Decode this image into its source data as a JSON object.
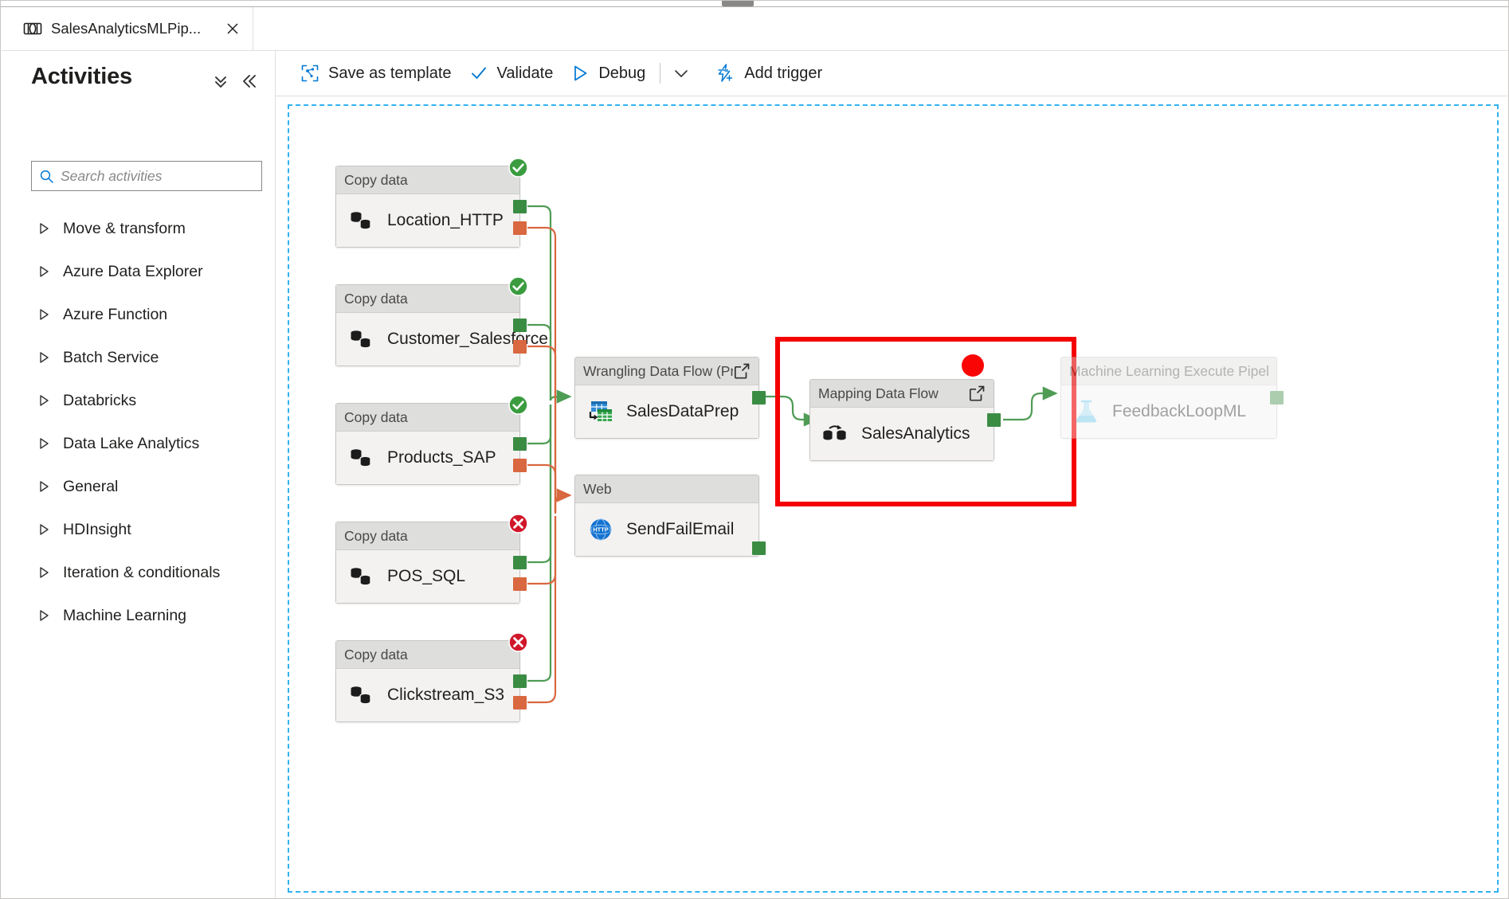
{
  "window": {
    "grip": "window-drag-grip"
  },
  "tab": {
    "icon": "pipeline-icon",
    "label": "SalesAnalyticsMLPip...",
    "close_label": "✕"
  },
  "sidebar": {
    "title": "Activities",
    "expand_all_icon": "chevron-double-down-icon",
    "collapse_icon": "chevron-double-left-icon",
    "search": {
      "placeholder": "Search activities",
      "value": ""
    },
    "categories": [
      {
        "label": "Move & transform"
      },
      {
        "label": "Azure Data Explorer"
      },
      {
        "label": "Azure Function"
      },
      {
        "label": "Batch Service"
      },
      {
        "label": "Databricks"
      },
      {
        "label": "Data Lake Analytics"
      },
      {
        "label": "General"
      },
      {
        "label": "HDInsight"
      },
      {
        "label": "Iteration & conditionals"
      },
      {
        "label": "Machine Learning"
      }
    ]
  },
  "toolbar": {
    "save_as_template": "Save as template",
    "validate": "Validate",
    "debug": "Debug",
    "add_trigger": "Add trigger",
    "dropdown_icon": "chevron-down-icon"
  },
  "canvas": {
    "nodes": [
      {
        "id": "location_http",
        "type": "Copy data",
        "name": "Location_HTTP",
        "icon": "copy-data-icon",
        "status": "success"
      },
      {
        "id": "customer_sf",
        "type": "Copy data",
        "name": "Customer_Salesforce",
        "icon": "copy-data-icon",
        "status": "success"
      },
      {
        "id": "products_sap",
        "type": "Copy data",
        "name": "Products_SAP",
        "icon": "copy-data-icon",
        "status": "success"
      },
      {
        "id": "pos_sql",
        "type": "Copy data",
        "name": "POS_SQL",
        "icon": "copy-data-icon",
        "status": "error"
      },
      {
        "id": "clickstream_s3",
        "type": "Copy data",
        "name": "Clickstream_S3",
        "icon": "copy-data-icon",
        "status": "error"
      },
      {
        "id": "salesdataprep",
        "type": "Wrangling Data Flow (Preview)",
        "name": "SalesDataPrep",
        "icon": "wrangling-data-flow-icon",
        "status": "none"
      },
      {
        "id": "sendfailemail",
        "type": "Web",
        "name": "SendFailEmail",
        "icon": "web-http-icon",
        "status": "none"
      },
      {
        "id": "salesanalytics",
        "type": "Mapping Data Flow",
        "name": "SalesAnalytics",
        "icon": "mapping-data-flow-icon",
        "status": "none"
      },
      {
        "id": "feedbackloopml",
        "type": "Machine Learning Execute Pipeline",
        "name": "FeedbackLoopML",
        "icon": "ml-flask-icon",
        "status": "none"
      }
    ],
    "colors": {
      "success_port": "#3b8c43",
      "failure_port": "#d9673f",
      "success_edge": "#4f9c55",
      "failure_edge": "#e08060",
      "annotation": "#f50000",
      "annotation_dot": "#fa0505",
      "canvas_border": "#32b2f0"
    },
    "annotation": {
      "name": "highlight-box",
      "target": "salesanalytics"
    }
  }
}
